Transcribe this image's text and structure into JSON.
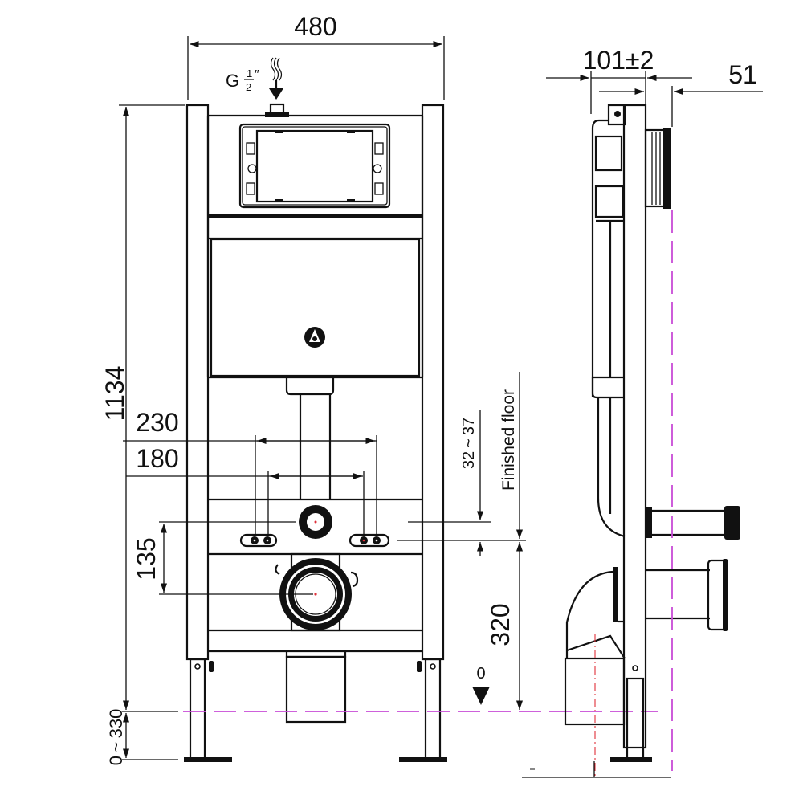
{
  "drawing": {
    "title": "Wall-hung toilet concealed cistern frame — installation dimensions",
    "views": [
      "front-view",
      "side-view"
    ],
    "colors": {
      "line": "#111111",
      "finished_floor_line": "#c84bd6",
      "center_axis": "#e0303a",
      "background": "#ffffff"
    }
  },
  "front_view": {
    "width_label": "480",
    "water_inlet_label_prefix": "G",
    "water_inlet_fraction_num": "1",
    "water_inlet_fraction_den": "2",
    "water_inlet_inch_mark": "″",
    "height_label": "1134",
    "bolt_spacing_outer_label": "230",
    "bolt_spacing_inner_label": "180",
    "bolt_to_outlet_label": "135",
    "leg_adjust_label": "0 ~ 330"
  },
  "floor_annotations": {
    "tolerance_label": "32 ~ 37",
    "finished_floor_label": "Finished floor",
    "outlet_height_label": "320",
    "zero_marker_label": "0"
  },
  "side_view": {
    "depth_label": "101±2",
    "offset_label": "51"
  }
}
